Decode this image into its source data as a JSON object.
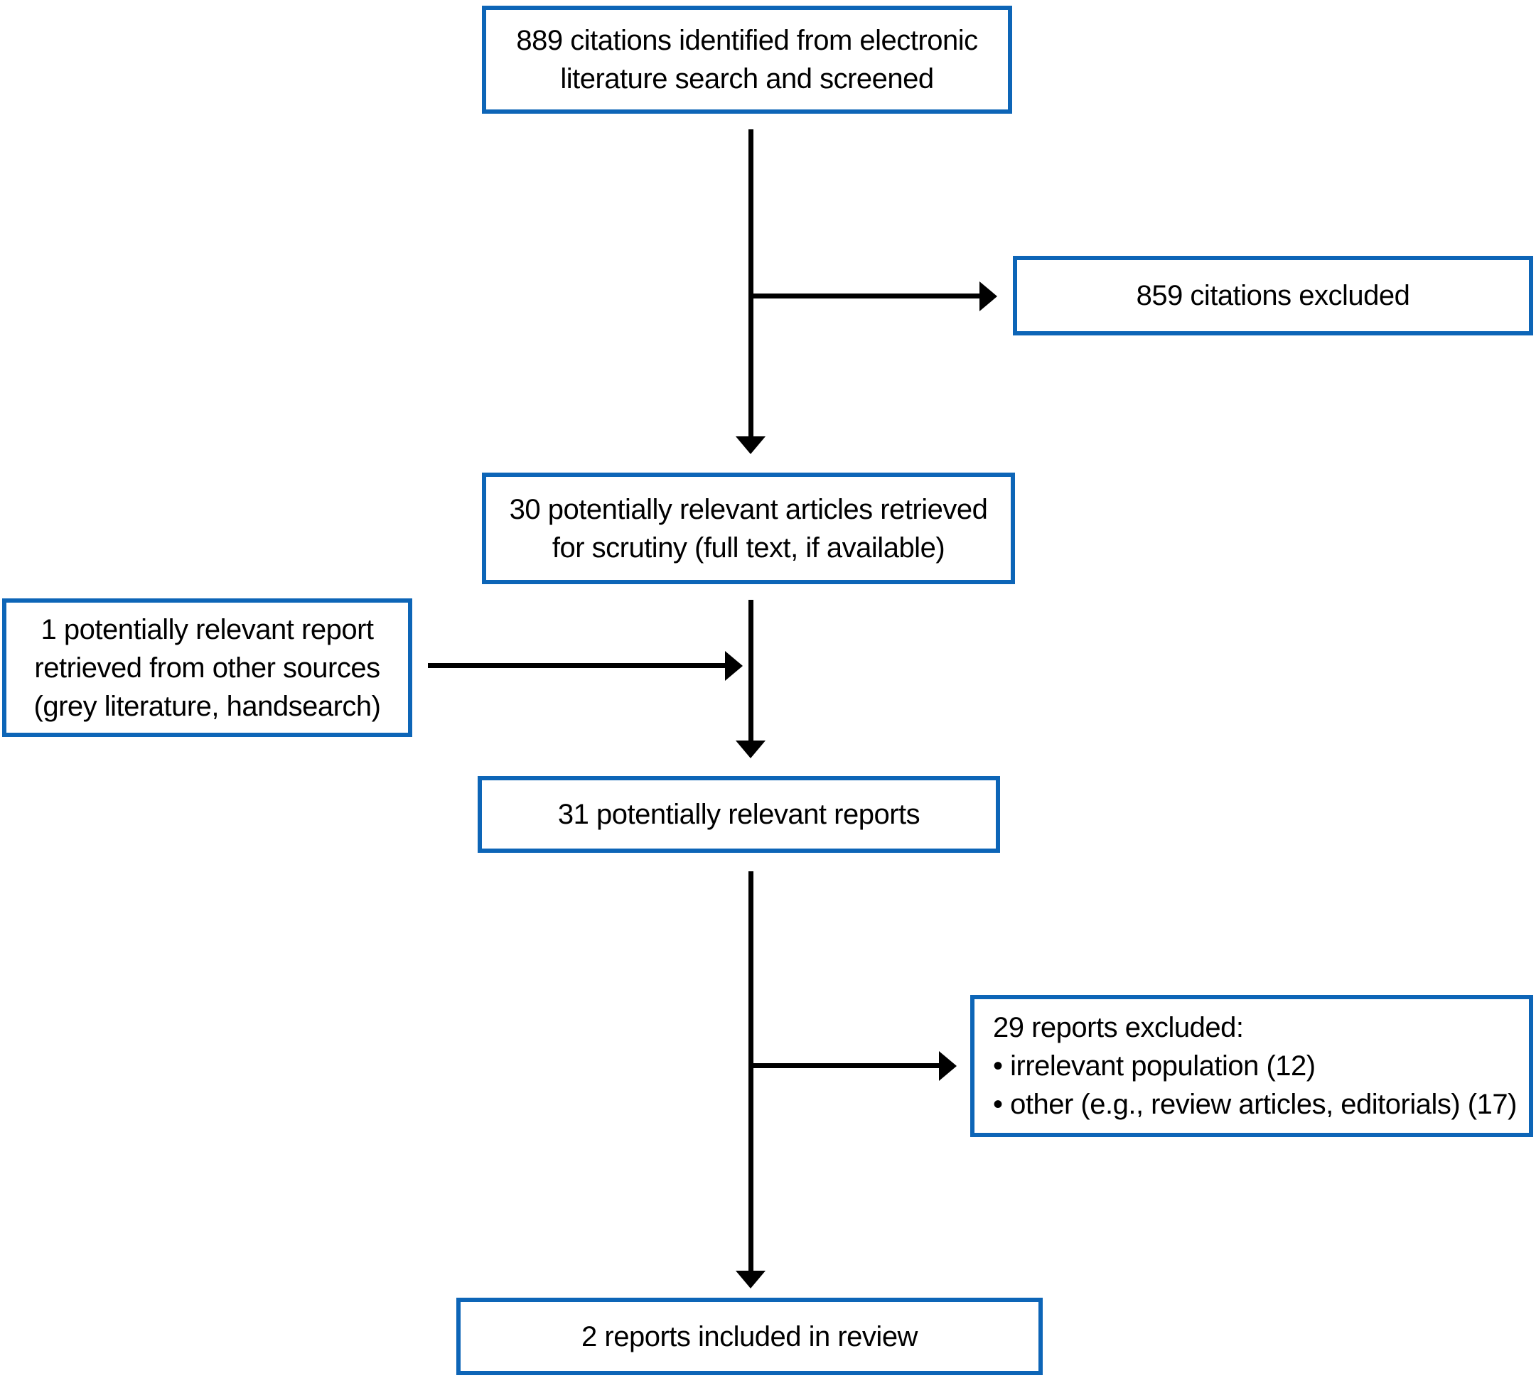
{
  "diagram": {
    "type": "flowchart",
    "background_color": "#ffffff",
    "box_border_color": "#0d65b7",
    "arrow_color": "#000000",
    "nodes": {
      "identified": {
        "lines": [
          "889 citations identified from electronic",
          "literature search and screened"
        ],
        "full_text": "889 citations identified from electronic literature search and screened"
      },
      "citations_excluded": {
        "lines": [
          "859 citations excluded"
        ],
        "full_text": "859 citations excluded"
      },
      "retrieved": {
        "lines": [
          "30 potentially relevant articles retrieved",
          "for scrutiny (full text, if available)"
        ],
        "full_text": "30 potentially relevant articles retrieved for scrutiny (full text, if available)"
      },
      "other_sources": {
        "lines": [
          "1 potentially relevant report",
          "retrieved from other sources",
          "(grey literature, handsearch)"
        ],
        "full_text": "1 potentially relevant report retrieved from other sources (grey literature, handsearch)"
      },
      "relevant_reports": {
        "lines": [
          "31 potentially relevant reports"
        ],
        "full_text": "31 potentially relevant reports"
      },
      "reports_excluded": {
        "lines": [
          "29 reports excluded:",
          "• irrelevant population (12)",
          "• other (e.g., review articles, editorials) (17)"
        ],
        "full_text": "29 reports excluded: • irrelevant population (12) • other (e.g., review articles, editorials) (17)"
      },
      "included": {
        "lines": [
          "2 reports included in review"
        ],
        "full_text": "2 reports included in review"
      }
    },
    "edges": [
      {
        "from": "identified",
        "to": "retrieved"
      },
      {
        "from": "identified",
        "to": "citations_excluded"
      },
      {
        "from": "retrieved",
        "to": "relevant_reports"
      },
      {
        "from": "other_sources",
        "to": "relevant_reports"
      },
      {
        "from": "relevant_reports",
        "to": "reports_excluded"
      },
      {
        "from": "relevant_reports",
        "to": "included"
      }
    ]
  }
}
